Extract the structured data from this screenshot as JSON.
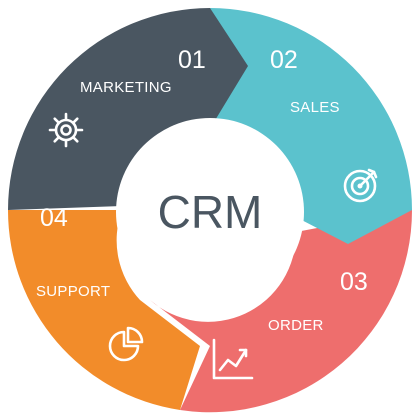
{
  "center": {
    "label": "CRM"
  },
  "segments": [
    {
      "number": "01",
      "label": "MARKETING",
      "color": "#4a5661",
      "icon": "gear-icon"
    },
    {
      "number": "02",
      "label": "SALES",
      "color": "#5bc2cd",
      "icon": "target-icon"
    },
    {
      "number": "03",
      "label": "ORDER",
      "color": "#ee6e6d",
      "icon": "line-chart-icon"
    },
    {
      "number": "04",
      "label": "SUPPORT",
      "color": "#f28c2a",
      "icon": "pie-chart-icon"
    }
  ]
}
